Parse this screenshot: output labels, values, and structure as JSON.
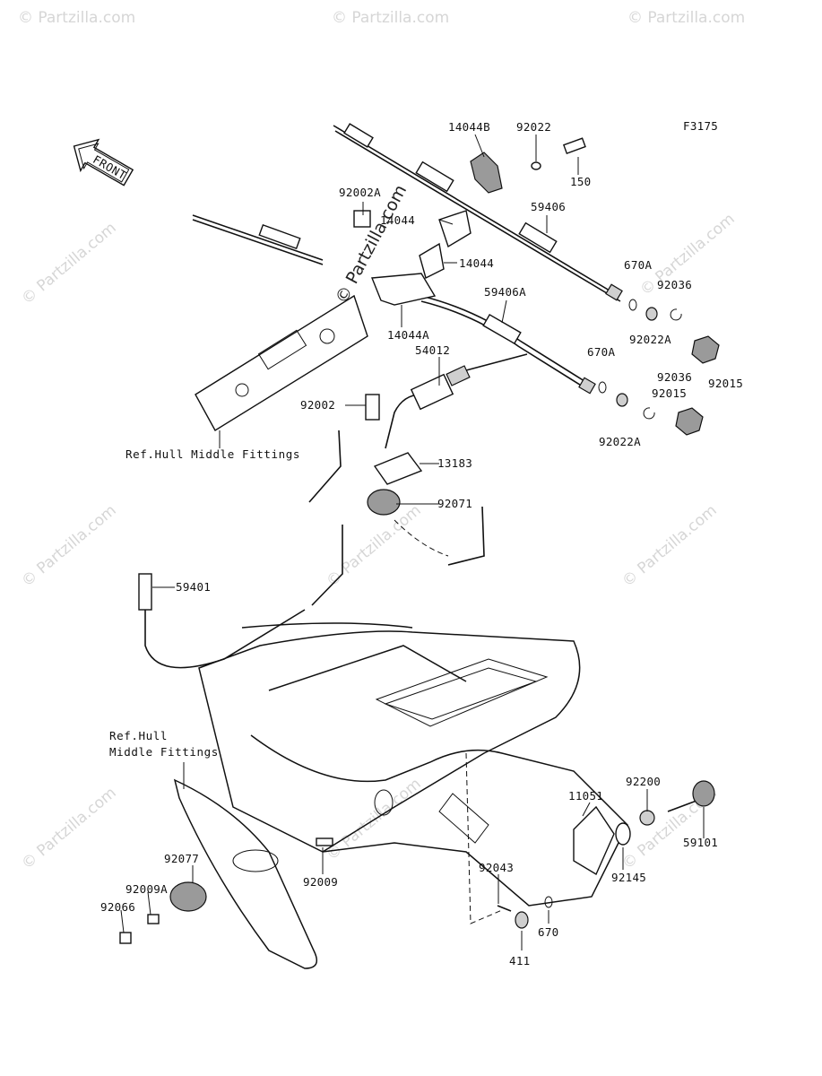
{
  "figure_code": "F3175",
  "front_arrow_label": "FRONT",
  "watermark": "© Partzilla.com",
  "watermark_center": "© Partzilla.com",
  "colors": {
    "line": "#111111",
    "watermark": "#d6d6d6",
    "part_shade": "#9a9a9a"
  },
  "ref_labels": {
    "top": "Ref.Hull Middle Fittings",
    "bottom_line1": "Ref.Hull",
    "bottom_line2": "Middle Fittings"
  },
  "callouts": [
    {
      "id": "14044B",
      "text": "14044B"
    },
    {
      "id": "92022",
      "text": "92022"
    },
    {
      "id": "150",
      "text": "150"
    },
    {
      "id": "92002A",
      "text": "92002A"
    },
    {
      "id": "14044-a",
      "text": "14044"
    },
    {
      "id": "59406",
      "text": "59406"
    },
    {
      "id": "14044-b",
      "text": "14044"
    },
    {
      "id": "670A-a",
      "text": "670A"
    },
    {
      "id": "92036-a",
      "text": "92036"
    },
    {
      "id": "59406A",
      "text": "59406A"
    },
    {
      "id": "14044A",
      "text": "14044A"
    },
    {
      "id": "92022A-a",
      "text": "92022A"
    },
    {
      "id": "92015-a",
      "text": "92015"
    },
    {
      "id": "54012",
      "text": "54012"
    },
    {
      "id": "670A-b",
      "text": "670A"
    },
    {
      "id": "92036-b",
      "text": "92036"
    },
    {
      "id": "92015-b",
      "text": "92015"
    },
    {
      "id": "92002",
      "text": "92002"
    },
    {
      "id": "92022A-b",
      "text": "92022A"
    },
    {
      "id": "13183",
      "text": "13183"
    },
    {
      "id": "92071",
      "text": "92071"
    },
    {
      "id": "59401",
      "text": "59401"
    },
    {
      "id": "11051",
      "text": "11051"
    },
    {
      "id": "92200",
      "text": "92200"
    },
    {
      "id": "59101",
      "text": "59101"
    },
    {
      "id": "92145",
      "text": "92145"
    },
    {
      "id": "92009",
      "text": "92009"
    },
    {
      "id": "92077",
      "text": "92077"
    },
    {
      "id": "92009A",
      "text": "92009A"
    },
    {
      "id": "92066",
      "text": "92066"
    },
    {
      "id": "92043",
      "text": "92043"
    },
    {
      "id": "670",
      "text": "670"
    },
    {
      "id": "411",
      "text": "411"
    }
  ]
}
